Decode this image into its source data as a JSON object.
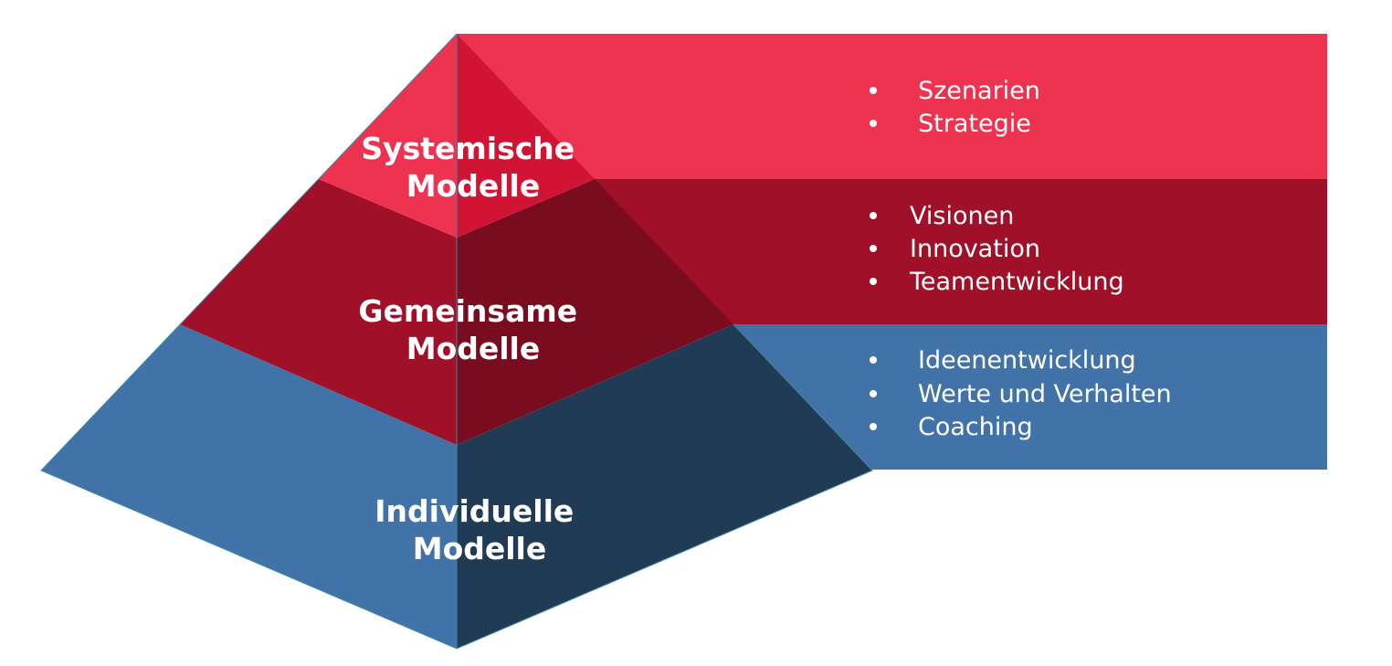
{
  "colors": {
    "top_light": "#ee3351",
    "top_dark": "#d21434",
    "middle_light": "#a01028",
    "middle_dark": "#7a0c20",
    "bottom_light": "#4273a8",
    "bottom_dark": "#223b55",
    "text": "#ffffff",
    "edge": "#3a8aa0"
  },
  "levels": [
    {
      "id": "systemic",
      "title": [
        "Systemische",
        "Modelle"
      ],
      "bullets": [
        "Szenarien",
        "Strategie"
      ]
    },
    {
      "id": "shared",
      "title": [
        "Gemeinsame",
        "Modelle"
      ],
      "bullets": [
        "Visionen",
        "Innovation",
        "Teamentwicklung"
      ]
    },
    {
      "id": "individual",
      "title": [
        "Individuelle",
        "Modelle"
      ],
      "bullets": [
        "Ideenentwicklung",
        "Werte und Verhalten",
        "Coaching"
      ]
    }
  ]
}
